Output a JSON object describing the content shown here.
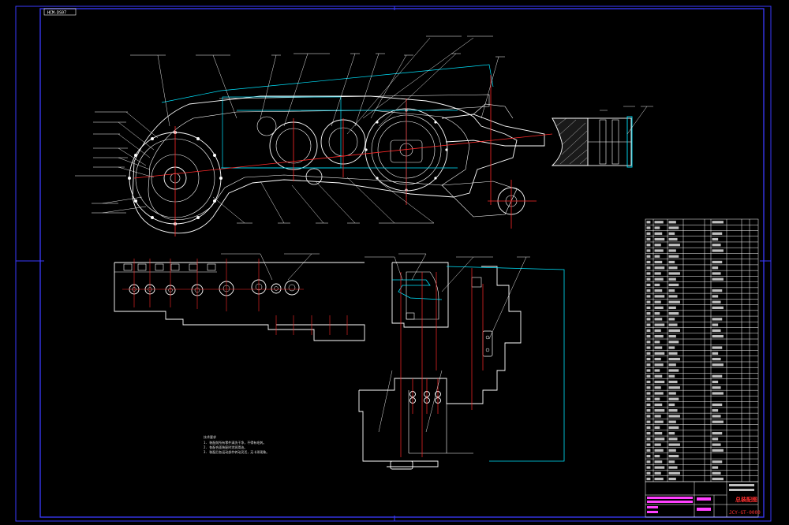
{
  "drawing": {
    "sheet_tag": "HCM-DS07",
    "title_main": "总装配图",
    "drawing_number": "JCY-GT-0000",
    "notes_title": "技术要求",
    "notes": [
      "1. 装配前所有零件清洗干净，不得有毛刺。",
      "2. 各配合面装配时涂润滑油。",
      "3. 装配后各运动部件转动灵活，无卡滞现象。"
    ]
  },
  "colors": {
    "background": "#000000",
    "frame": "#3a3aff",
    "outline": "#ffffff",
    "guide": "#00e5ff",
    "section": "#ff2a2a",
    "table": "#ffffff",
    "title_red": "#ff2020",
    "title_magenta": "#ff40ff"
  }
}
